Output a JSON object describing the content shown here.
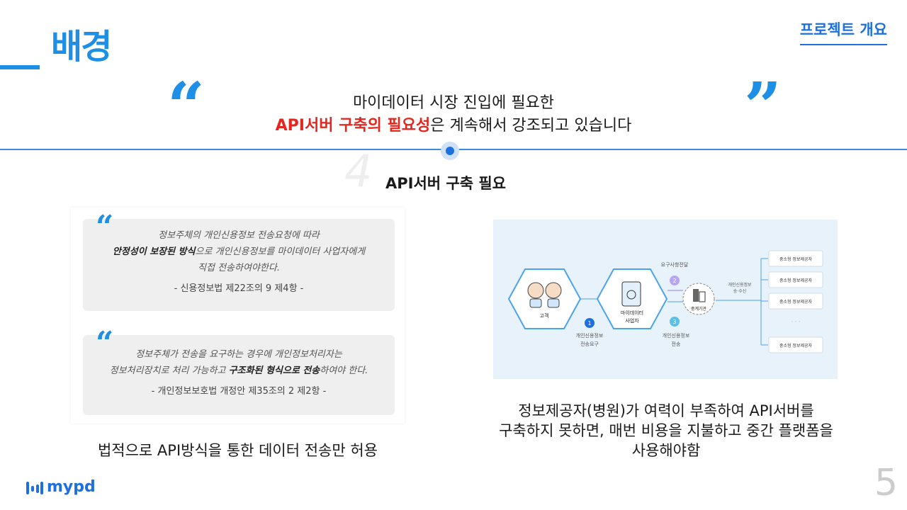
{
  "header": {
    "title": "배경",
    "section": "프로젝트 개요"
  },
  "headline": {
    "line1": "마이데이터 시장 진입에 필요한",
    "emphasis": "API서버 구축의 필요성",
    "line2_rest": "은 계속해서 강조되고 있습니다"
  },
  "step": {
    "number": "4",
    "subtitle": "API서버 구축 필요"
  },
  "left": {
    "quote1": {
      "line1": "정보주체의 개인신용정보 전송요청에 따라",
      "line2_bold": "안정성이 보장된 방식",
      "line2_rest": "으로 개인신용정보를 마이데이터 사업자에게",
      "line3": "직접 전송하여야한다.",
      "source": "- 신용정보법 제22조의 9 제4항 -"
    },
    "quote2": {
      "line1": "정보주체가 전송을 요구하는 경우에 개인정보처리자는",
      "line2_pre": "정보처리장치로 처리 가능하고 ",
      "line2_bold": "구조화된 형식으로 전송",
      "line2_post": "하여야 한다.",
      "source": "- 개인정보보호법 개정안 제35조의 2 제2항 -"
    },
    "caption": "법적으로 API방식을 통한 데이터 전송만 허용"
  },
  "diagram": {
    "customer": "고객",
    "mydata_line1": "마이데이터",
    "mydata_line2": "사업자",
    "relay": "중계기관",
    "step1": "1",
    "step2": "2",
    "step3": "3",
    "step1_line1": "개인신용정보",
    "step1_line2": "전송요구",
    "step2_label": "요구사항전달",
    "step3_line1": "개인신용정보",
    "step3_line2": "전송",
    "relay_line1": "개인신용정보",
    "relay_line2": "송·수신",
    "provider": "중소형 정보제공자",
    "ellipsis": "· · ·"
  },
  "right": {
    "caption_line1": "정보제공자(병원)가 여력이 부족하여 API서버를",
    "caption_line2": "구축하지 못하면, 매번 비용을 지불하고 중간 플랫폼을",
    "caption_line3": "사용해야함"
  },
  "footer": {
    "logo": "mypd",
    "page": "5"
  },
  "colors": {
    "accent": "#1e8fe6",
    "emphasis": "#e5261e"
  }
}
